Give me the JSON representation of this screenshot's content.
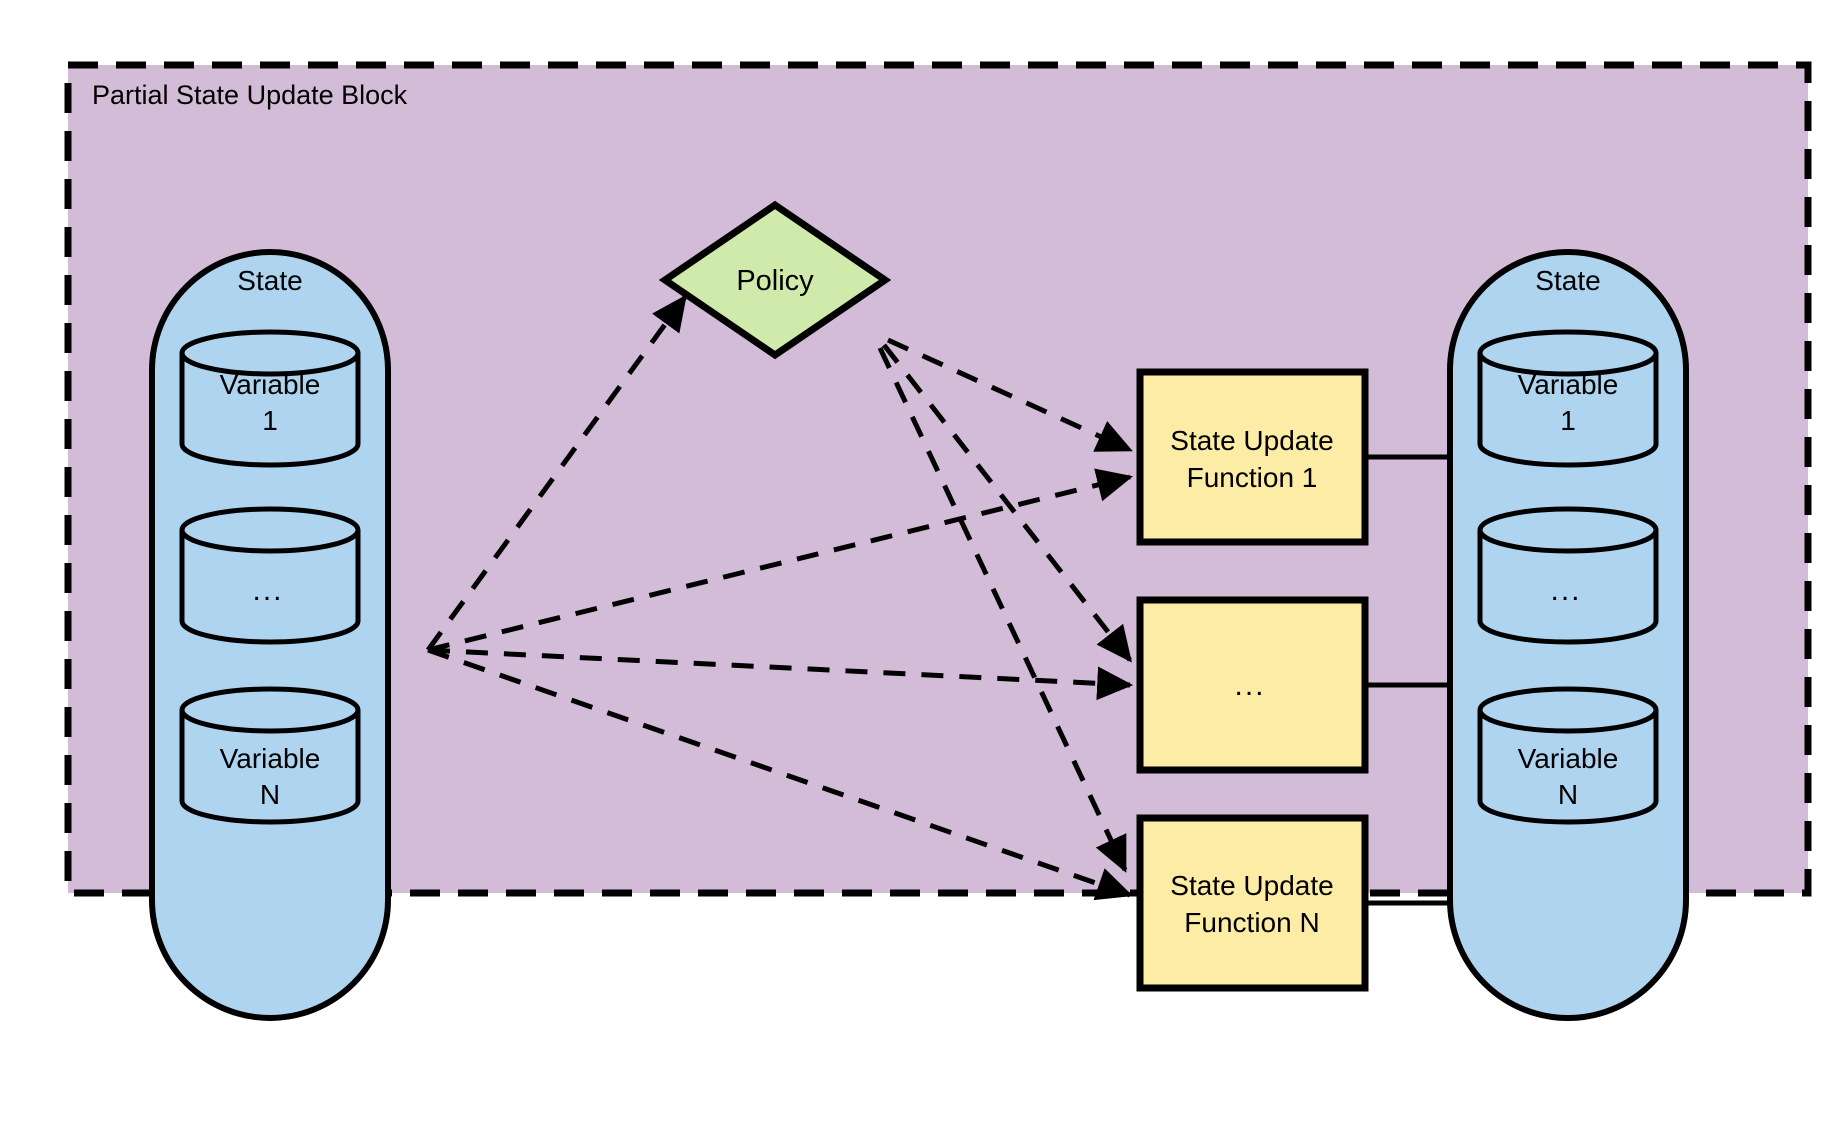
{
  "block": {
    "title": "Partial State Update Block",
    "fill": "#d3bcd7",
    "border_color": "#000000",
    "border_style": "dashed"
  },
  "colors": {
    "background": "#ffffff",
    "block_purple": "#d3bcd7",
    "state_blue": "#aed4f0",
    "policy_green": "#cfeaaa",
    "function_yellow": "#fdeca5",
    "stroke": "#000000"
  },
  "input_state": {
    "label": "State",
    "fill": "#aed4f0",
    "variables": [
      {
        "name": "variable-1",
        "line1": "Variable",
        "line2": "1"
      },
      {
        "name": "variable-mid",
        "line1": "...",
        "line2": ""
      },
      {
        "name": "variable-n",
        "line1": "Variable",
        "line2": "N"
      }
    ]
  },
  "output_state": {
    "label": "State",
    "fill": "#aed4f0",
    "variables": [
      {
        "name": "variable-1",
        "line1": "Variable",
        "line2": "1"
      },
      {
        "name": "variable-mid",
        "line1": "...",
        "line2": ""
      },
      {
        "name": "variable-n",
        "line1": "Variable",
        "line2": "N"
      }
    ]
  },
  "policy": {
    "label": "Policy",
    "fill": "#cfeaaa",
    "shape": "diamond"
  },
  "state_update_functions": [
    {
      "name": "state-update-function-1",
      "line1": "State Update",
      "line2": "Function 1",
      "fill": "#fdeca5"
    },
    {
      "name": "state-update-function-mid",
      "line1": "...",
      "line2": "",
      "fill": "#fdeca5"
    },
    {
      "name": "state-update-function-n",
      "line1": "State Update",
      "line2": "Function N",
      "fill": "#fdeca5"
    }
  ],
  "edges": {
    "state_to_policy": "dashed",
    "state_to_functions": "dashed",
    "policy_to_functions": "dashed",
    "functions_to_state": "solid"
  }
}
